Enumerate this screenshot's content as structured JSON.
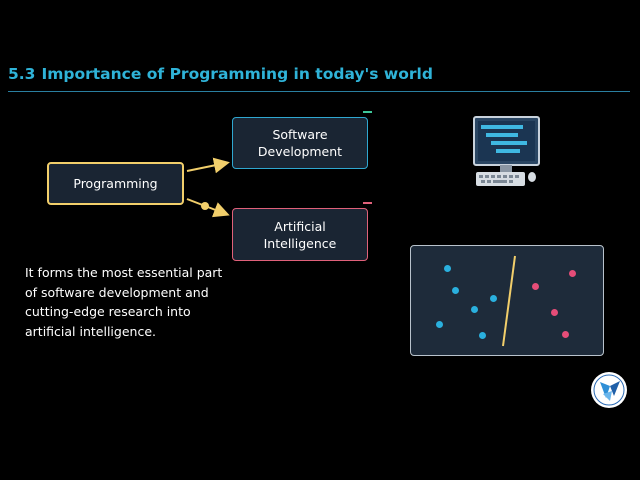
{
  "slide": {
    "section_number": "5.3",
    "title": "Importance of Programming in today's world"
  },
  "diagram": {
    "source": "Programming",
    "targets": [
      "Software Development",
      "Artificial Intelligence"
    ]
  },
  "description": "It forms the most essential part of software development and cutting-edge research into artificial intelligence.",
  "icons": {
    "computer": "desktop-computer-icon",
    "scatter": "classification-scatter-icon",
    "logo": "university-seal-logo"
  },
  "colors": {
    "title": "#2fb3d8",
    "programming_border": "#f2cf6b",
    "software_border": "#2fa7d0",
    "ai_border": "#e0617a",
    "class_a": "#2ab0de",
    "class_b": "#e64d78"
  }
}
